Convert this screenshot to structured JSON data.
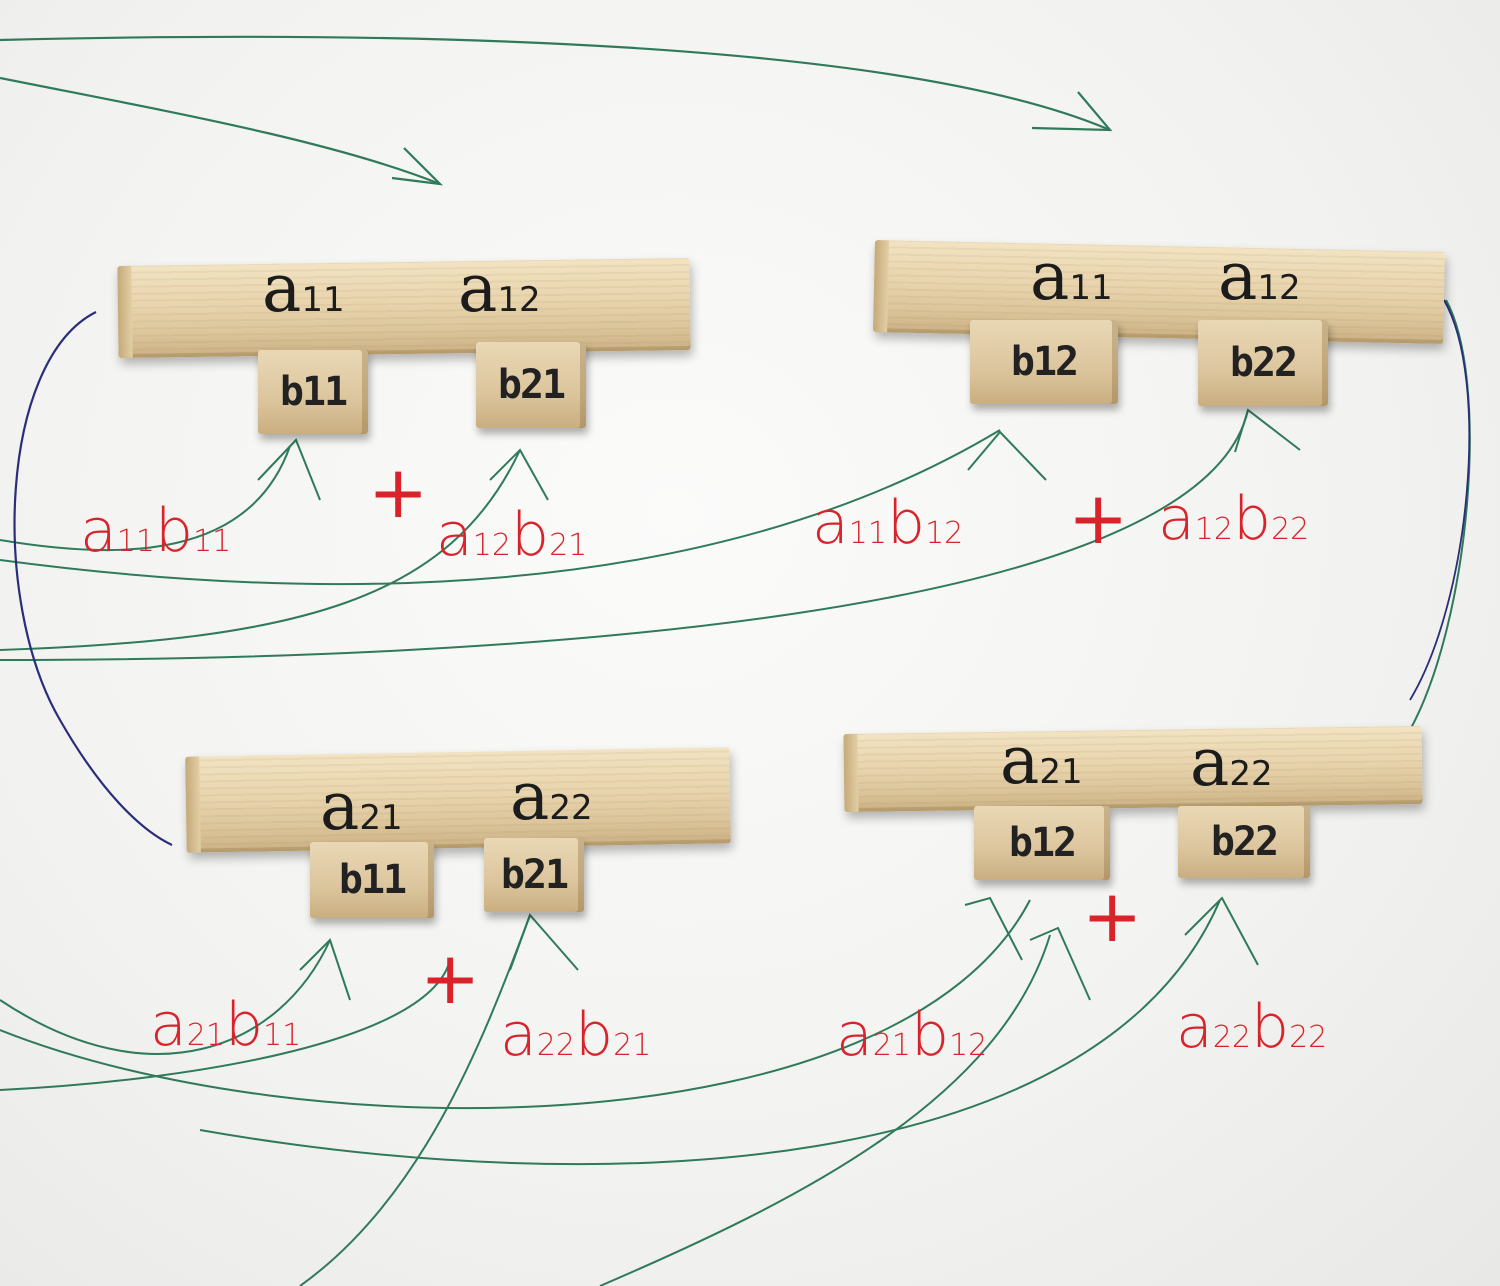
{
  "colors": {
    "paper": "#f3f3f1",
    "wood": "#e8d4ad",
    "ink_black": "#1c1c1c",
    "ink_red": "#d9232b",
    "ink_green": "#2f7a5a",
    "ink_navy": "#2a2d7a"
  },
  "groups": [
    {
      "row": {
        "a1": "a",
        "a1_sub": "11",
        "a2": "a",
        "a2_sub": "12"
      },
      "blocks": [
        "b11",
        "b21"
      ],
      "terms": [
        {
          "m1": "a",
          "s1": "11",
          "m2": "b",
          "s2": "11"
        },
        {
          "m1": "a",
          "s1": "12",
          "m2": "b",
          "s2": "21"
        }
      ],
      "plus": "+"
    },
    {
      "row": {
        "a1": "a",
        "a1_sub": "11",
        "a2": "a",
        "a2_sub": "12"
      },
      "blocks": [
        "b12",
        "b22"
      ],
      "terms": [
        {
          "m1": "a",
          "s1": "11",
          "m2": "b",
          "s2": "12"
        },
        {
          "m1": "a",
          "s1": "12",
          "m2": "b",
          "s2": "22"
        }
      ],
      "plus": "+"
    },
    {
      "row": {
        "a1": "a",
        "a1_sub": "21",
        "a2": "a",
        "a2_sub": "22"
      },
      "blocks": [
        "b11",
        "b21"
      ],
      "terms": [
        {
          "m1": "a",
          "s1": "21",
          "m2": "b",
          "s2": "11"
        },
        {
          "m1": "a",
          "s1": "22",
          "m2": "b",
          "s2": "21"
        }
      ],
      "plus": "+"
    },
    {
      "row": {
        "a1": "a",
        "a1_sub": "21",
        "a2": "a",
        "a2_sub": "22"
      },
      "blocks": [
        "b12",
        "b22"
      ],
      "terms": [
        {
          "m1": "a",
          "s1": "21",
          "m2": "b",
          "s2": "12"
        },
        {
          "m1": "a",
          "s1": "22",
          "m2": "b",
          "s2": "22"
        }
      ],
      "plus": "+"
    }
  ]
}
